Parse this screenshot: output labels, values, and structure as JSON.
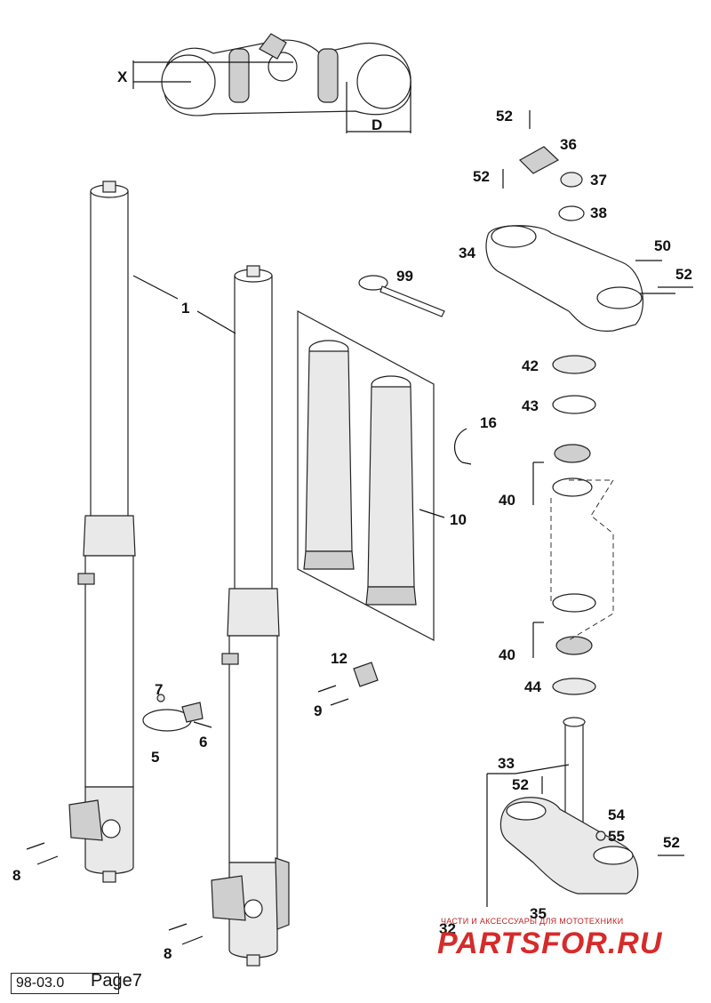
{
  "diagram": {
    "dimension_labels": {
      "x": "X",
      "d": "D"
    },
    "callouts": {
      "c1": "1",
      "c5": "5",
      "c6": "6",
      "c7": "7",
      "c8a": "8",
      "c8b": "8",
      "c9": "9",
      "c10": "10",
      "c12": "12",
      "c16": "16",
      "c32": "32",
      "c33": "33",
      "c34": "34",
      "c35": "35",
      "c36": "36",
      "c37": "37",
      "c38": "38",
      "c40a": "40",
      "c40b": "40",
      "c42": "42",
      "c43": "43",
      "c44": "44",
      "c50": "50",
      "c52a": "52",
      "c52b": "52",
      "c52c": "52",
      "c52d": "52",
      "c52e": "52",
      "c54": "54",
      "c55": "55",
      "c99": "99"
    }
  },
  "footer": {
    "code": "98-03.0",
    "page": "Page7"
  },
  "watermark": {
    "tagline": "ЧАСТИ И АКСЕССУАРЫ ДЛЯ МОТОТЕХНИКИ",
    "brand": "PARTSFOR.RU"
  }
}
